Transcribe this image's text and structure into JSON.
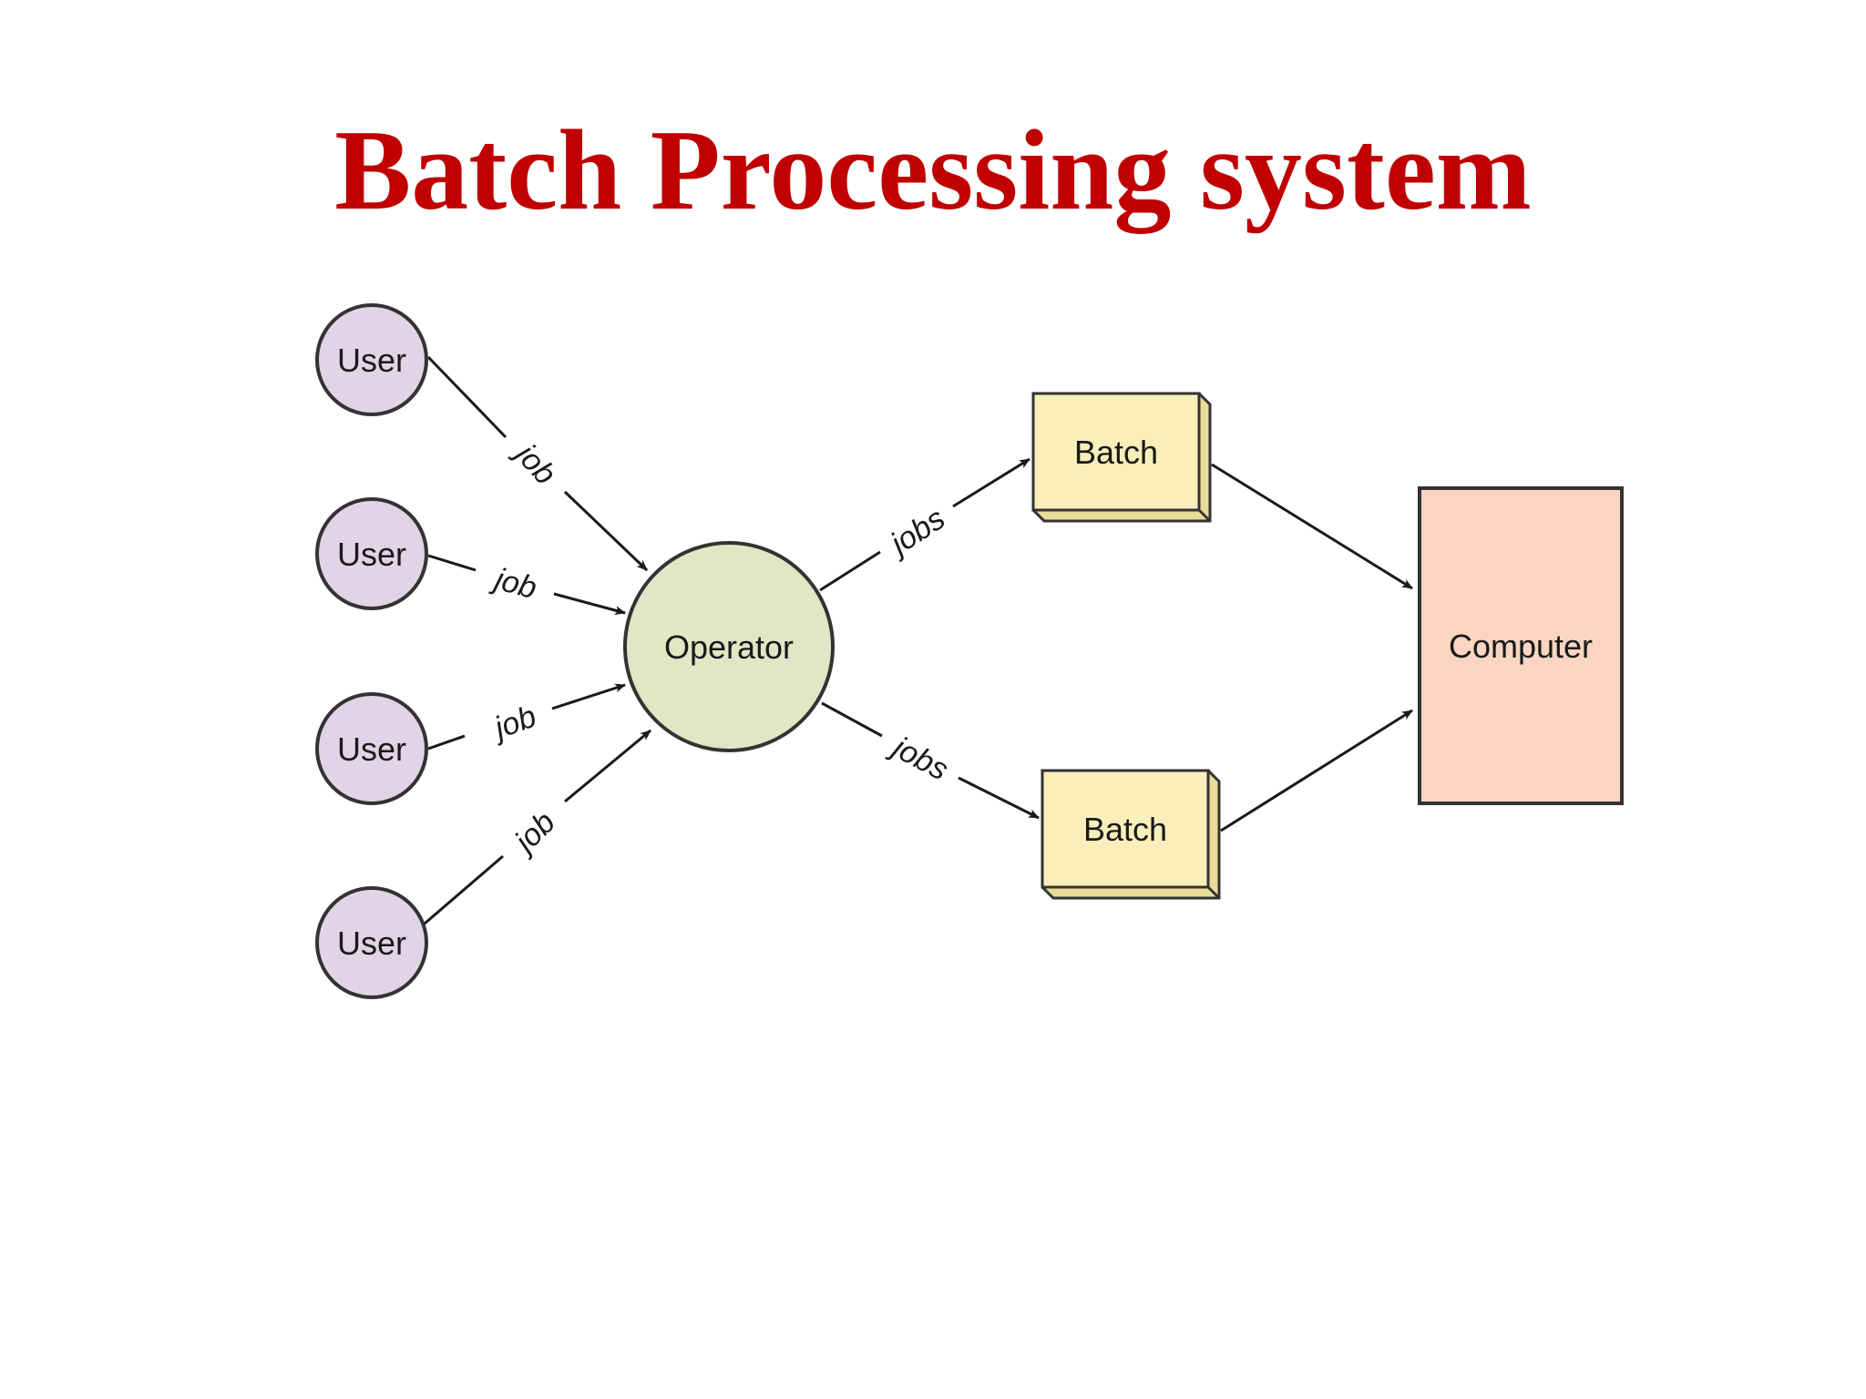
{
  "title": "Batch Processing system",
  "colors": {
    "title": "#c00000",
    "user_fill": "#e3d3e6",
    "operator_fill": "#e3e6c5",
    "batch_fill": "#faefbb",
    "computer_fill": "#f9d5c2",
    "stroke": "#333333"
  },
  "nodes": {
    "users": [
      {
        "label": "User"
      },
      {
        "label": "User"
      },
      {
        "label": "User"
      },
      {
        "label": "User"
      }
    ],
    "operator": {
      "label": "Operator"
    },
    "batches": [
      {
        "label": "Batch"
      },
      {
        "label": "Batch"
      }
    ],
    "computer": {
      "label": "Computer"
    }
  },
  "edges": {
    "user_to_operator": [
      {
        "label": "job"
      },
      {
        "label": "job"
      },
      {
        "label": "job"
      },
      {
        "label": "job"
      }
    ],
    "operator_to_batch": [
      {
        "label": "jobs"
      },
      {
        "label": "jobs"
      }
    ]
  }
}
